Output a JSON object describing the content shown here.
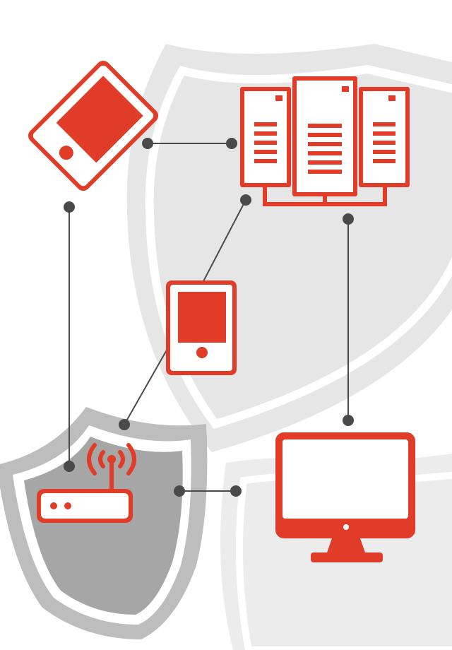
{
  "diagram": {
    "kind": "network security illustration",
    "colors": {
      "accent": "#e03c28",
      "connector": "#4a4a4a",
      "shield_light": "#e6e6e6",
      "shield_dark": "#a6a6a6",
      "shield_dark_rim": "#bdbdbd",
      "background": "#ffffff"
    },
    "nodes": [
      {
        "id": "tablet",
        "icon": "tablet-icon"
      },
      {
        "id": "servers",
        "icon": "server-rack-icon"
      },
      {
        "id": "phone",
        "icon": "smartphone-icon"
      },
      {
        "id": "router",
        "icon": "wifi-router-icon"
      },
      {
        "id": "monitor",
        "icon": "desktop-monitor-icon"
      }
    ],
    "edges": [
      {
        "from": "tablet",
        "to": "servers"
      },
      {
        "from": "tablet",
        "to": "router"
      },
      {
        "from": "servers",
        "to": "phone"
      },
      {
        "from": "phone",
        "to": "router"
      },
      {
        "from": "servers",
        "to": "monitor"
      },
      {
        "from": "router",
        "to": "monitor"
      }
    ],
    "shields": [
      "shield-icon-background-large",
      "shield-icon-background-lower",
      "shield-icon-router"
    ]
  }
}
